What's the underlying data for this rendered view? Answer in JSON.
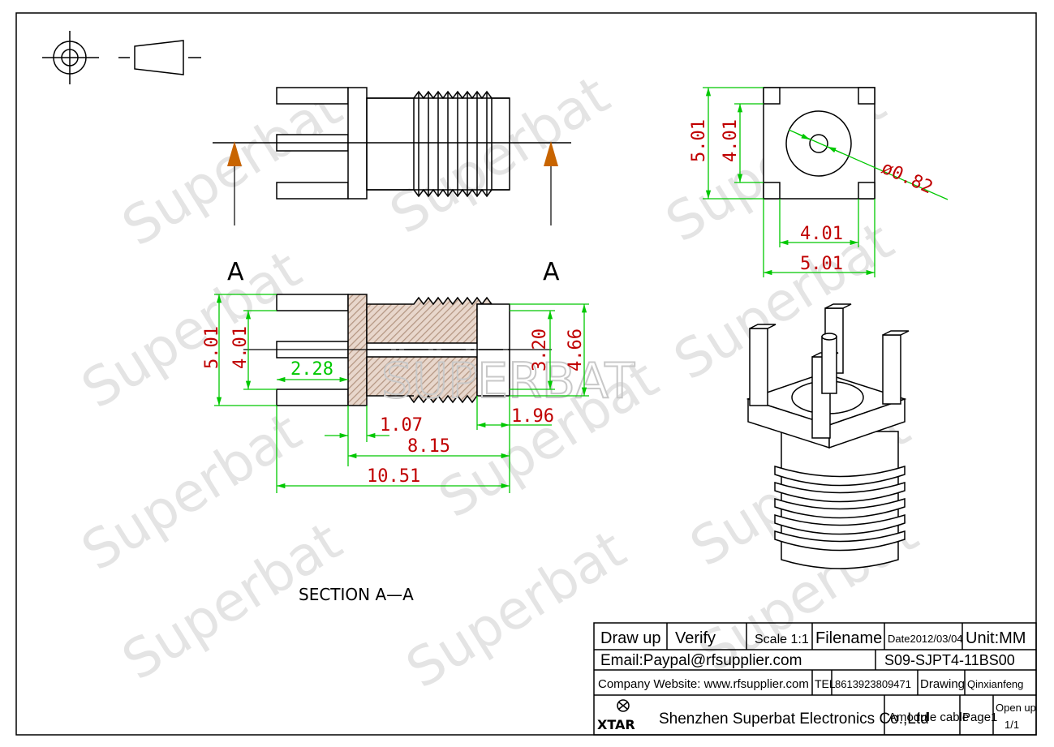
{
  "watermark": {
    "text": "Superbat",
    "center_text": "SUPERBAT"
  },
  "section_labels": {
    "left_marker": "A",
    "right_marker": "A",
    "caption": "SECTION  A—A"
  },
  "dimensions": {
    "top_height_outer": "5.01",
    "top_height_inner": "4.01",
    "top_pin_diameter": "ø0.82",
    "top_width_inner": "4.01",
    "top_width_outer": "5.01",
    "sec_height_outer": "5.01",
    "sec_height_inner": "4.01",
    "sec_pin_len": "2.28",
    "sec_bore": "3.20",
    "sec_thread": "4.66",
    "sec_flange": "1.07",
    "sec_tip": "1.96",
    "sec_body": "8.15",
    "sec_total": "10.51"
  },
  "title_block": {
    "draw_up": "Draw up",
    "verify": "Verify",
    "scale": "Scale 1:1",
    "filename": "Filename",
    "date": "Date2012/03/04",
    "unit": "Unit:MM",
    "email": "Email:Paypal@rfsupplier.com",
    "part_no": "S09-SJPT4-11BS00",
    "website": "Company Website:  www.rfsupplier.com",
    "tel_label": "TEL",
    "tel": "8613923809471",
    "drawing_label": "Drawing",
    "drawer": "Qinxianfeng",
    "logo_text": "XTAR",
    "company": "Shenzhen Superbat Electronics Co.,Ltd",
    "product": "Amodule cable",
    "page": "Page1",
    "open_up": "Open up",
    "sheet": "1/1"
  },
  "colors": {
    "outline": "#000000",
    "dimension": "#00c800",
    "dimension_text": "#c00000",
    "arrow": "#c86400",
    "hatch": "#b49682"
  }
}
